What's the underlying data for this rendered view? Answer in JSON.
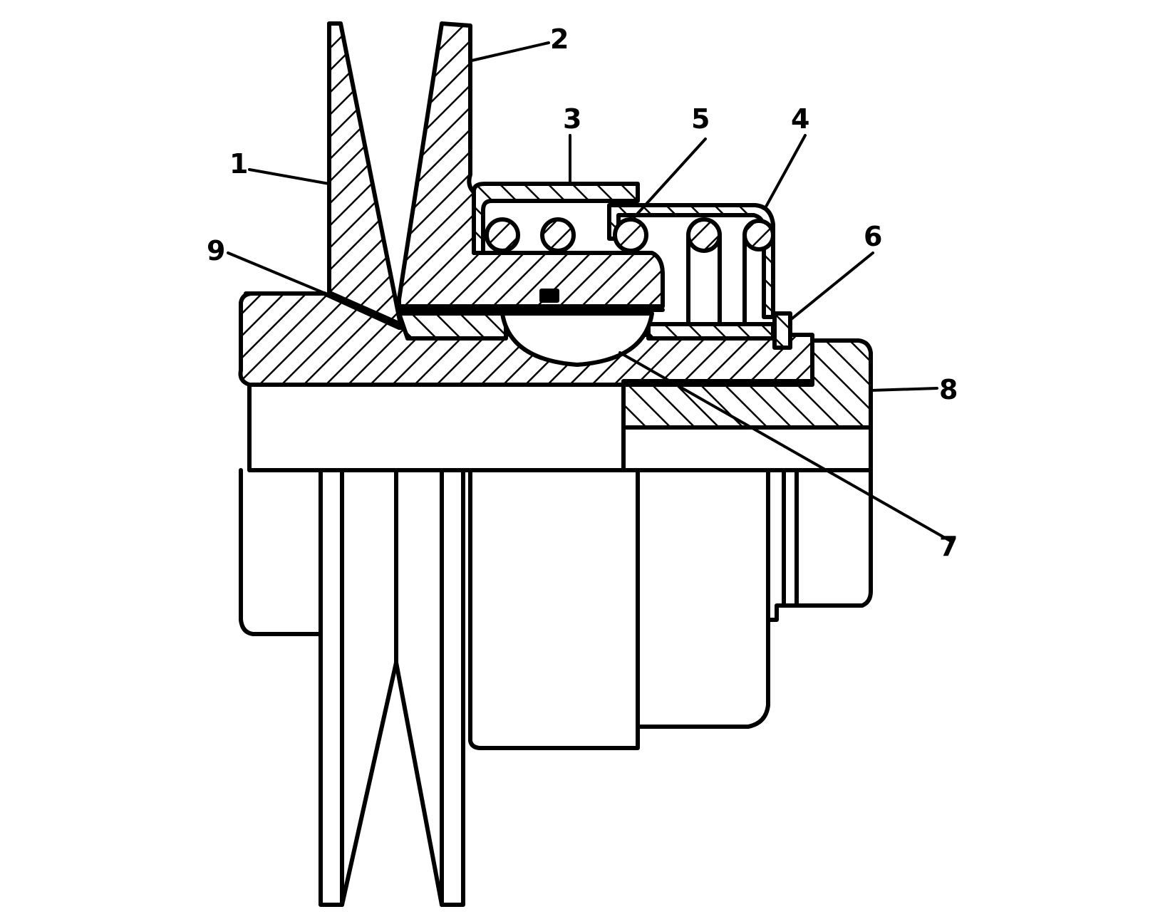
{
  "diagram": {
    "ink": "#000000",
    "paper": "#ffffff",
    "callouts": [
      {
        "id": "c1",
        "label": "1"
      },
      {
        "id": "c2",
        "label": "2"
      },
      {
        "id": "c3",
        "label": "3"
      },
      {
        "id": "c4",
        "label": "4"
      },
      {
        "id": "c5",
        "label": "5"
      },
      {
        "id": "c6",
        "label": "6"
      },
      {
        "id": "c7",
        "label": "7"
      },
      {
        "id": "c8",
        "label": "8"
      },
      {
        "id": "c9",
        "label": "9"
      }
    ]
  }
}
